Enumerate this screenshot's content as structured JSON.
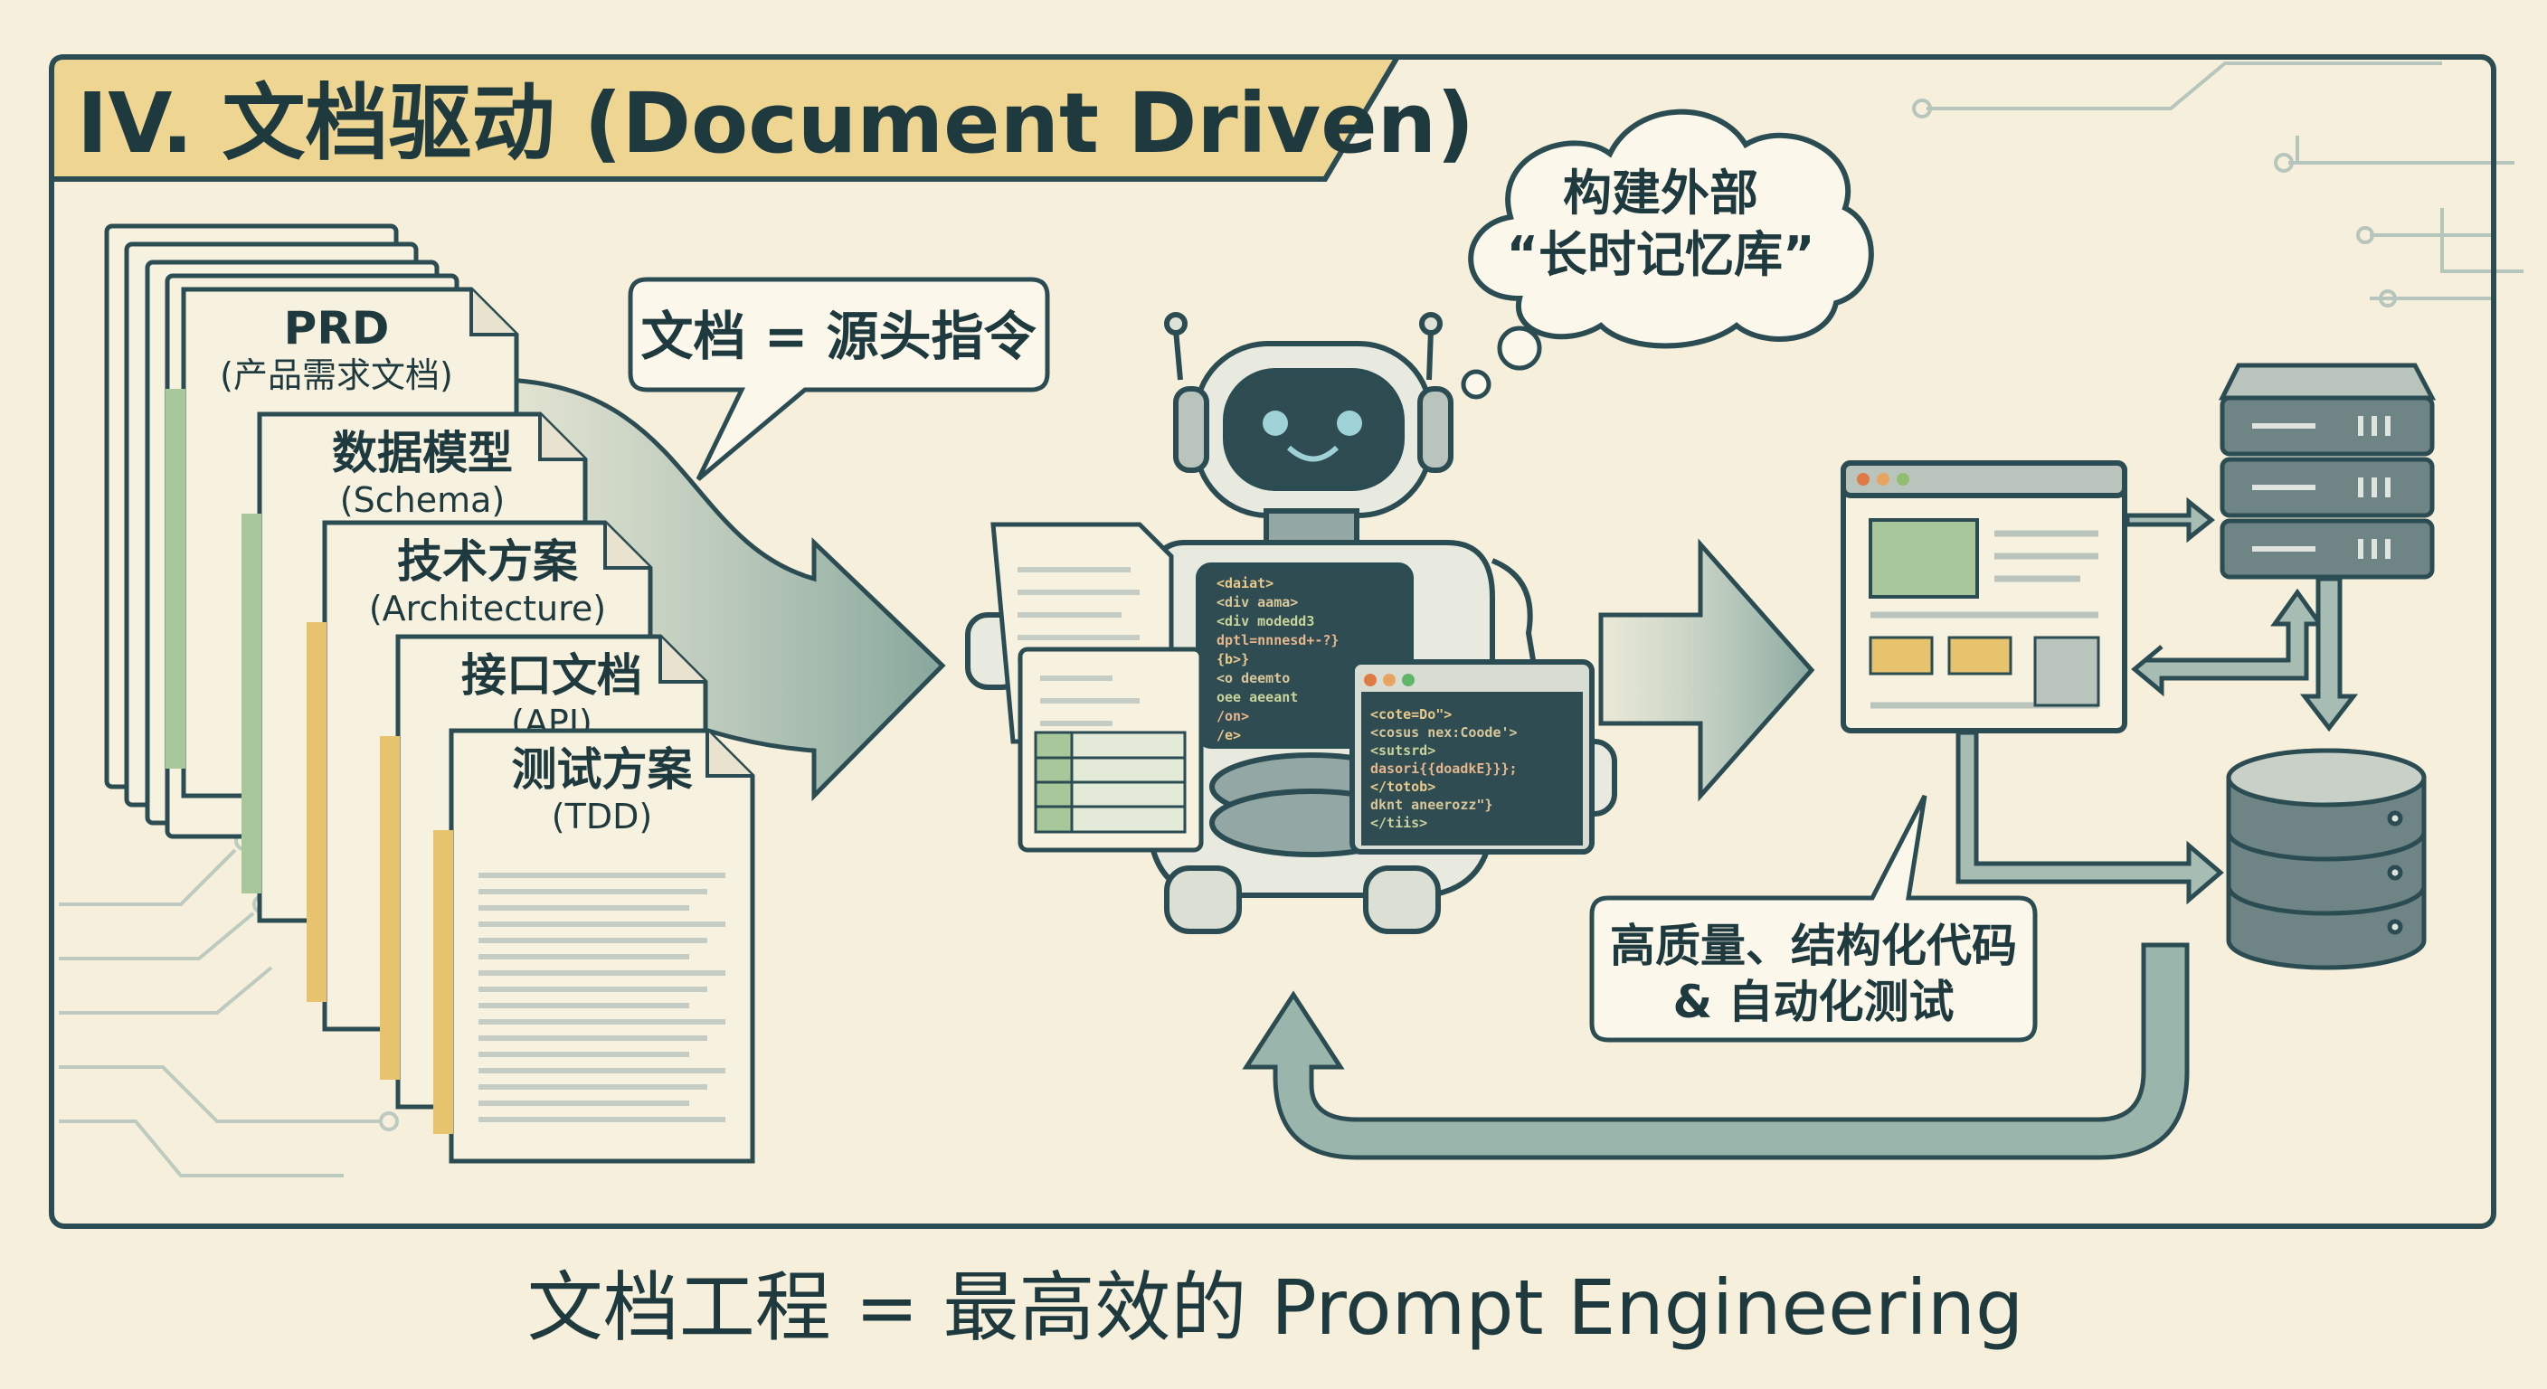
{
  "title": "IV. 文档驱动 (Document Driven)",
  "documents": [
    {
      "name": "PRD",
      "sub": "(产品需求文档)"
    },
    {
      "name": "数据模型",
      "sub": "(Schema)"
    },
    {
      "name": "技术方案",
      "sub": "(Architecture)"
    },
    {
      "name": "接口文档",
      "sub": "(API)"
    },
    {
      "name": "测试方案",
      "sub": "(TDD)"
    }
  ],
  "source_bubble": "文档 = 源头指令",
  "thought_cloud": {
    "line1": "构建外部",
    "line2": "“长时记忆库”"
  },
  "output_bubble": {
    "line1": "高质量、结构化代码",
    "line2": "& 自动化测试"
  },
  "chest_code": [
    "<daiat>",
    "  <div aama>",
    "    <div modedd3",
    "      dptl=nnnesd+-?}",
    "  {b>}",
    "    <o deemto",
    "    oee aeeant",
    "  /on>",
    "  /e>"
  ],
  "tablet_code": [
    "<cote=Do\">",
    "  <cosus nex:Coode'>",
    "  <sutsrd>",
    "    dasori{{doadkE}}};",
    "  </totob>",
    "  dknt aneerozz\"}",
    "</tiis>"
  ],
  "caption": "文档工程 = 最高效的 Prompt Engineering",
  "colors": {
    "background": "#f5efdb",
    "frame": "#2b4c52",
    "title_tab": "#eed592",
    "arrow": "#8fae a4",
    "accent_green": "#a8c79a",
    "accent_yellow": "#e6c36c"
  }
}
